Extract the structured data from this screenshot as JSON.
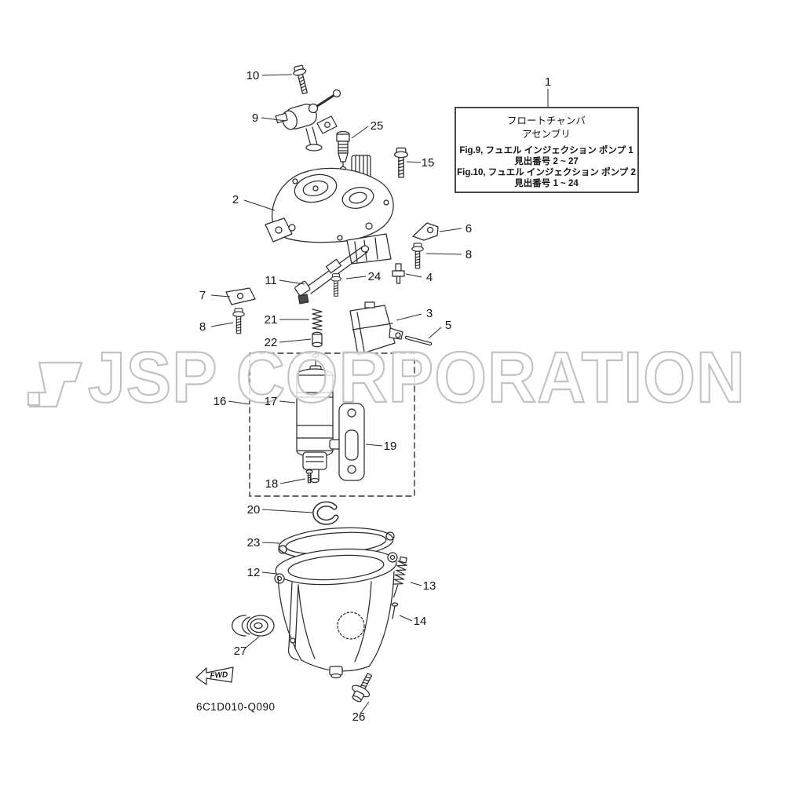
{
  "watermark": {
    "text": "JSP CORPORATION"
  },
  "info_box": {
    "title_line1": "フロートチャンバ",
    "title_line2": "アセンブリ",
    "fig9_line": "Fig.9, フュエル インジェクション ポンプ 1",
    "fig9_range": "見出番号 2 ~ 27",
    "fig10_line": "Fig.10, フュエル インジェクション ポンプ 2",
    "fig10_range": "見出番号 1 ~ 24"
  },
  "part_code": "6C1D010-Q090",
  "fwd_label": "FWD",
  "callouts": [
    {
      "n": "10"
    },
    {
      "n": "9"
    },
    {
      "n": "25"
    },
    {
      "n": "15"
    },
    {
      "n": "1"
    },
    {
      "n": "2"
    },
    {
      "n": "6"
    },
    {
      "n": "8"
    },
    {
      "n": "24"
    },
    {
      "n": "4"
    },
    {
      "n": "11"
    },
    {
      "n": "7"
    },
    {
      "n": "8"
    },
    {
      "n": "21"
    },
    {
      "n": "22"
    },
    {
      "n": "3"
    },
    {
      "n": "5"
    },
    {
      "n": "16"
    },
    {
      "n": "17"
    },
    {
      "n": "19"
    },
    {
      "n": "18"
    },
    {
      "n": "20"
    },
    {
      "n": "23"
    },
    {
      "n": "12"
    },
    {
      "n": "13"
    },
    {
      "n": "14"
    },
    {
      "n": "27"
    },
    {
      "n": "26"
    }
  ]
}
